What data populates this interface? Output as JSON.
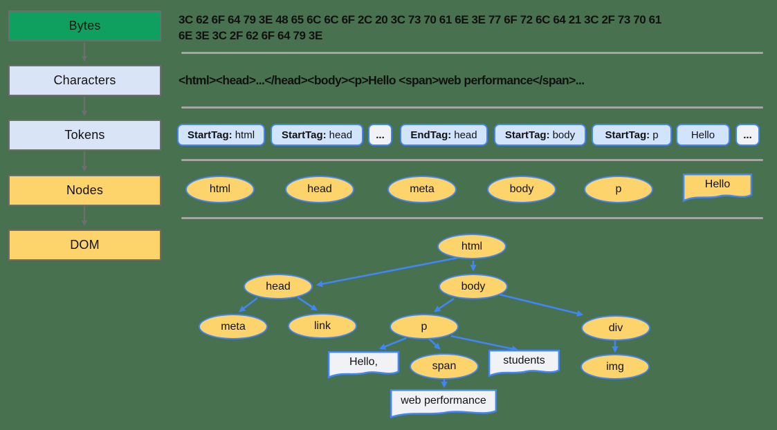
{
  "colors": {
    "background": "#48714F",
    "stage_green": "#0FA05F",
    "stage_blue": "#D9E5F6",
    "stage_yellow": "#FCD46B",
    "stage_border": "#6E6E6E",
    "gray_arrow": "#6E6E6E",
    "token_fill": "#D2E3FC",
    "light_fill": "#F0F2F5",
    "blue": "#4285F4",
    "separator": "#A5A5A5",
    "text": "#111111"
  },
  "pipeline": {
    "stages": [
      {
        "id": "bytes",
        "label": "Bytes"
      },
      {
        "id": "characters",
        "label": "Characters"
      },
      {
        "id": "tokens",
        "label": "Tokens"
      },
      {
        "id": "nodes",
        "label": "Nodes"
      },
      {
        "id": "dom",
        "label": "DOM"
      }
    ]
  },
  "bytes_row": {
    "line1": "3C 62 6F 64 79 3E 48 65 6C 6C 6F 2C 20 3C 73 70 61 6E 3E 77 6F 72 6C 64 21 3C 2F 73 70 61",
    "line2": "6E 3E 3C 2F 62 6F 64 79 3E"
  },
  "characters_row": {
    "text": "<html><head>...</head><body><p>Hello <span>web performance</span>..."
  },
  "tokens_row": {
    "items": [
      {
        "kind": "StartTag:",
        "value": "html"
      },
      {
        "kind": "StartTag:",
        "value": "head"
      },
      {
        "value": "..."
      },
      {
        "kind": "EndTag:",
        "value": "head"
      },
      {
        "kind": "StartTag:",
        "value": "body"
      },
      {
        "kind": "StartTag:",
        "value": "p"
      },
      {
        "value": "Hello"
      },
      {
        "value": "..."
      }
    ]
  },
  "nodes_row": {
    "elements": [
      "html",
      "head",
      "meta",
      "body",
      "p"
    ],
    "text_node": "Hello"
  },
  "dom_tree": {
    "elements": {
      "html": "html",
      "head": "head",
      "body": "body",
      "meta": "meta",
      "link": "link",
      "p": "p",
      "span": "span",
      "div": "div",
      "img": "img"
    },
    "text_nodes": {
      "hello": "Hello,",
      "students": "students",
      "web_performance": "web performance"
    }
  }
}
